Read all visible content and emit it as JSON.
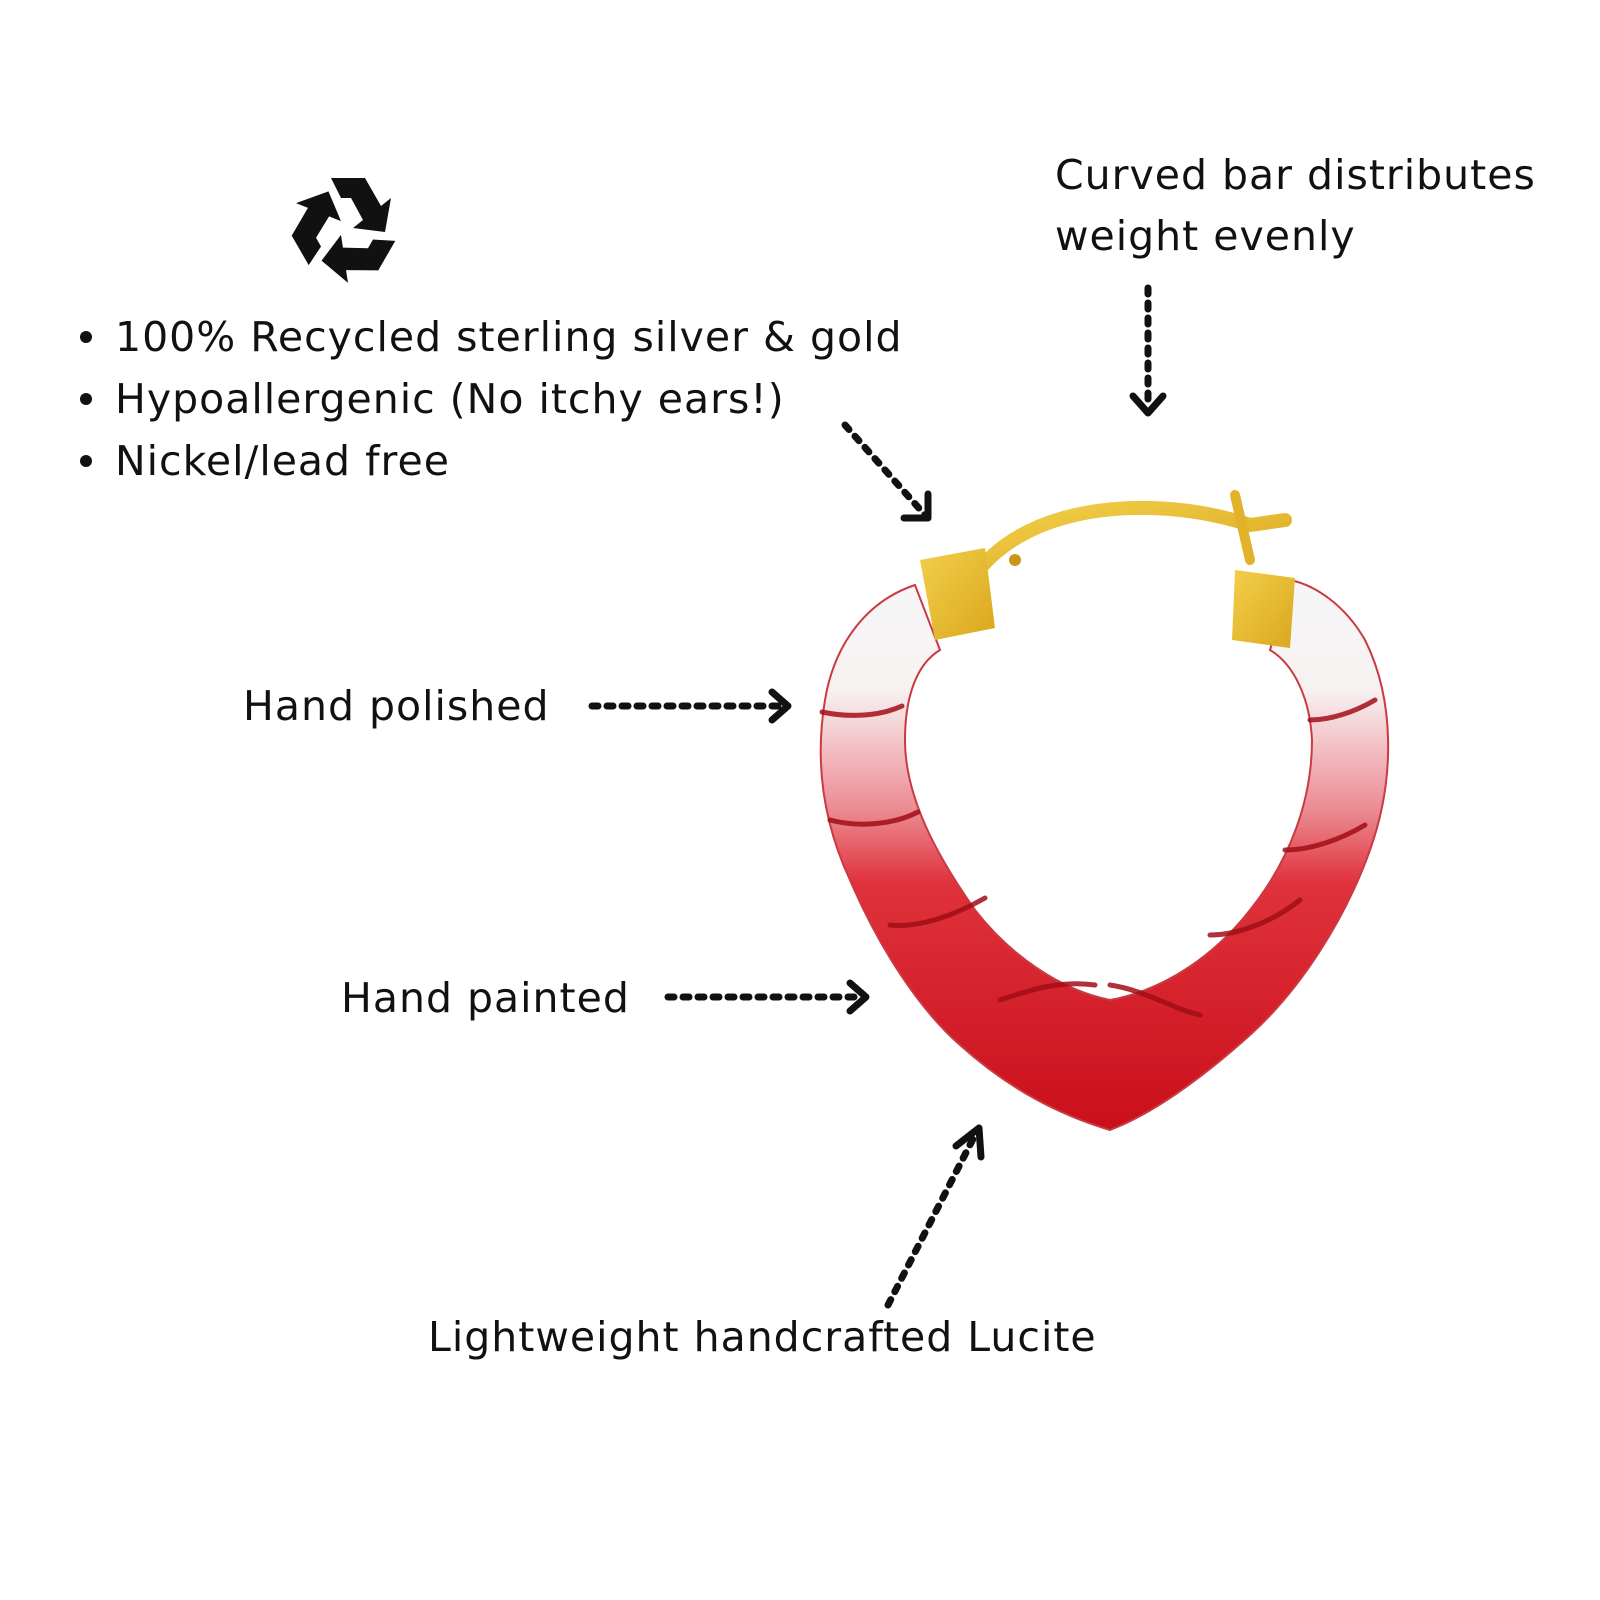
{
  "icons": {
    "recycle": "recycle-icon",
    "arrow": "dotted-arrow-icon"
  },
  "colors": {
    "text": "#111111",
    "lucite_red": "#d8141f",
    "lucite_clear": "#f4f4f4",
    "gold": "#e8b92c"
  },
  "features": [
    "100% Recycled sterling silver & gold",
    "Hypoallergenic (No itchy ears!)",
    "Nickel/lead free"
  ],
  "callouts": {
    "curved_bar_line1": "Curved bar distributes",
    "curved_bar_line2": "weight evenly",
    "hand_polished": "Hand polished",
    "hand_painted": "Hand painted",
    "lucite": "Lightweight handcrafted Lucite"
  }
}
